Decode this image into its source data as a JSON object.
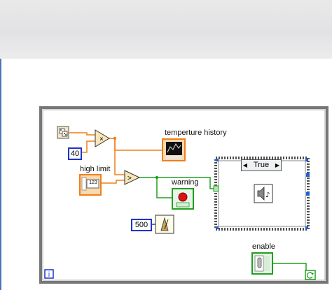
{
  "labels": {
    "temperature_history": "temperture history",
    "high_limit": "high limit",
    "warning": "warning",
    "enable": "enable"
  },
  "constants": {
    "multiplier": "40",
    "wait_ms": "500"
  },
  "case_structure": {
    "selector_value": "True",
    "left_arrow": "◀",
    "right_arrow": "▶"
  },
  "icons": {
    "high_limit_indicator_text": "123"
  },
  "colors": {
    "wire_orange": "#f07f1a",
    "wire_green": "#20a020",
    "const_blue": "#1d34c8",
    "loop_gray": "#6e6e6e"
  }
}
